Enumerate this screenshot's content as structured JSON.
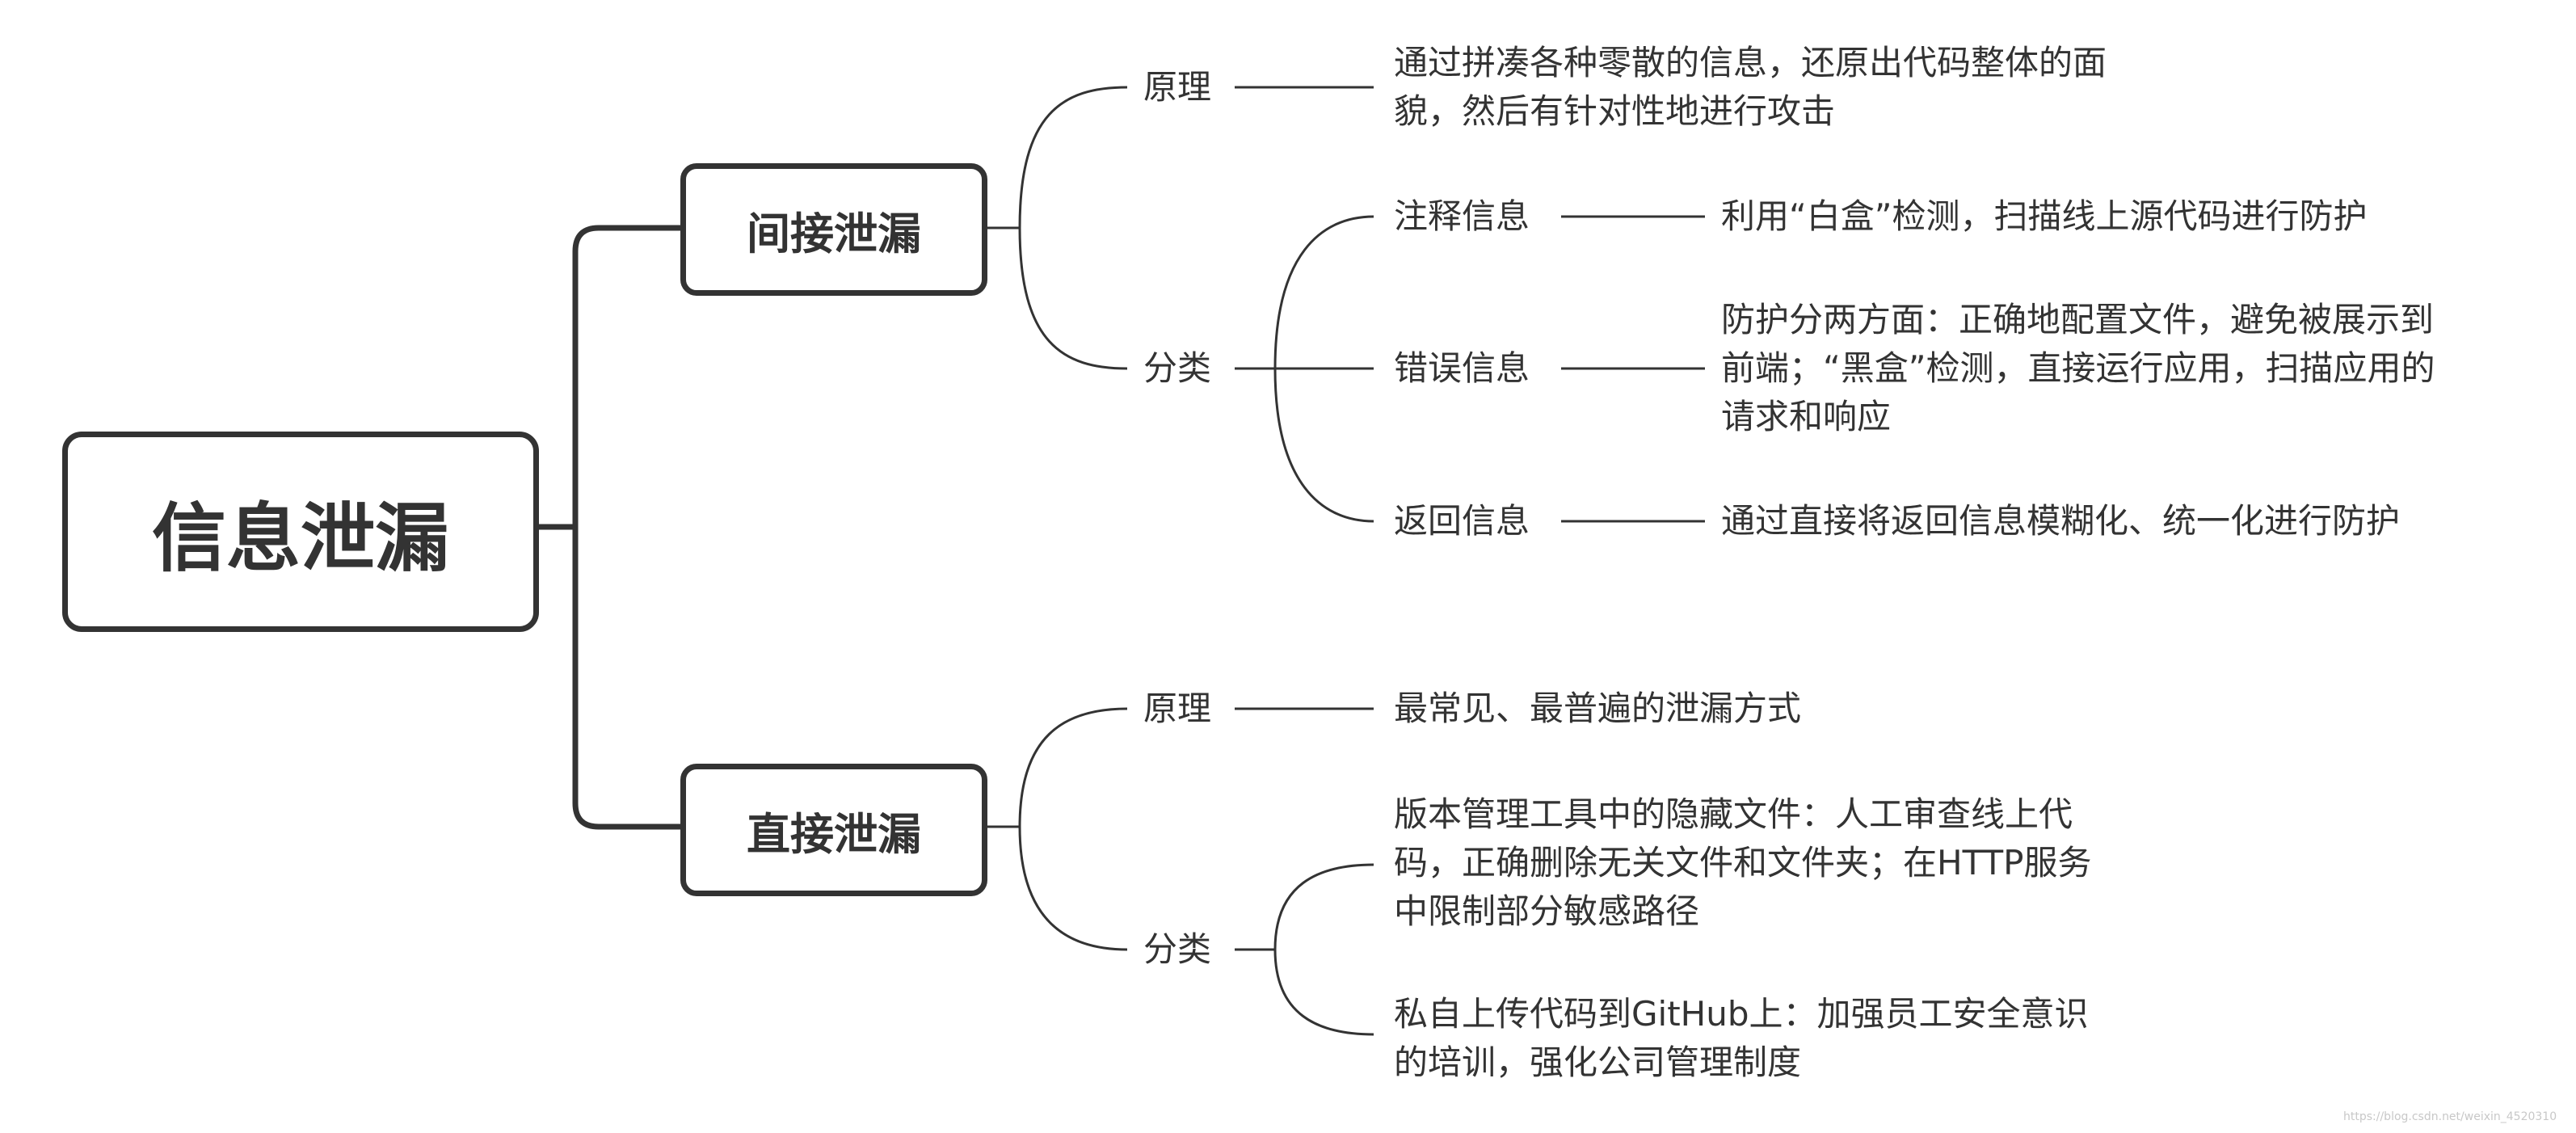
{
  "mindmap": {
    "root": {
      "label": "信息泄漏"
    },
    "branches": [
      {
        "label": "间接泄漏",
        "principle": {
          "label": "原理",
          "text_lines": [
            "通过拼凑各种零散的信息，还原出代码整体的面",
            "貌，然后有针对性地进行攻击"
          ]
        },
        "category": {
          "label": "分类",
          "items": [
            {
              "label": "注释信息",
              "text_lines": [
                "利用“白盒”检测，扫描线上源代码进行防护"
              ]
            },
            {
              "label": "错误信息",
              "text_lines": [
                "防护分两方面：正确地配置文件，避免被展示到",
                "前端；“黑盒”检测，直接运行应用，扫描应用的",
                "请求和响应"
              ]
            },
            {
              "label": "返回信息",
              "text_lines": [
                "通过直接将返回信息模糊化、统一化进行防护"
              ]
            }
          ]
        }
      },
      {
        "label": "直接泄漏",
        "principle": {
          "label": "原理",
          "text_lines": [
            "最常见、最普遍的泄漏方式"
          ]
        },
        "category": {
          "label": "分类",
          "items": [
            {
              "text_lines": [
                "版本管理工具中的隐藏文件：人工审查线上代",
                "码，正确删除无关文件和文件夹；在HTTP服务",
                "中限制部分敏感路径"
              ]
            },
            {
              "text_lines": [
                "私自上传代码到GitHub上：加强员工安全意识",
                "的培训，强化公司管理制度"
              ]
            }
          ]
        }
      }
    ]
  },
  "watermark": "https://blog.csdn.net/weixin_4520310",
  "colors": {
    "line": "#333333",
    "text": "#333333",
    "background": "#ffffff"
  }
}
